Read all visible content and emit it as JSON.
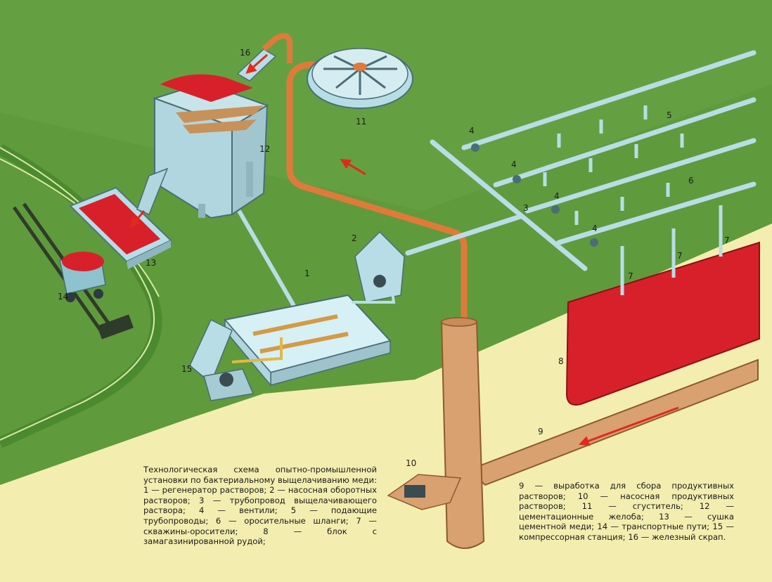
{
  "labels": {
    "n1": "1",
    "n2": "2",
    "n3": "3",
    "n4": "4",
    "n5": "5",
    "n6": "6",
    "n7": "7",
    "n8": "8",
    "n9": "9",
    "n10": "10",
    "n11": "11",
    "n12": "12",
    "n13": "13",
    "n14": "14",
    "n15": "15",
    "n16": "16"
  },
  "caption": {
    "left": "Технологическая схема опытно-промышленной установки по бактериальному выщелачиванию меди: 1 — регенератор растворов; 2 — насосная оборотных растворов; 3 — трубопровод выщелачивающего раствора; 4 — вентили; 5 — подающие трубопроводы; 6 — оросительные шланги; 7 — скважины-оросители; 8 — блок с замагазинированной рудой;",
    "right": "9 — выработка для сбора продуктивных растворов; 10 — насосная продуктивных растворов; 11 — сгуститель; 12 — цементационные желоба; 13 — сушка цементной меди; 14 — транспортные пути; 15 — компрессорная станция; 16 — железный скрап."
  },
  "colors": {
    "ground": "#5f9a3c",
    "underground": "#f3eeb0",
    "equipment": "#b9dde6",
    "ore": "#d8202a",
    "pipe_orange": "#e07a3a",
    "tunnel": "#d9a070"
  }
}
